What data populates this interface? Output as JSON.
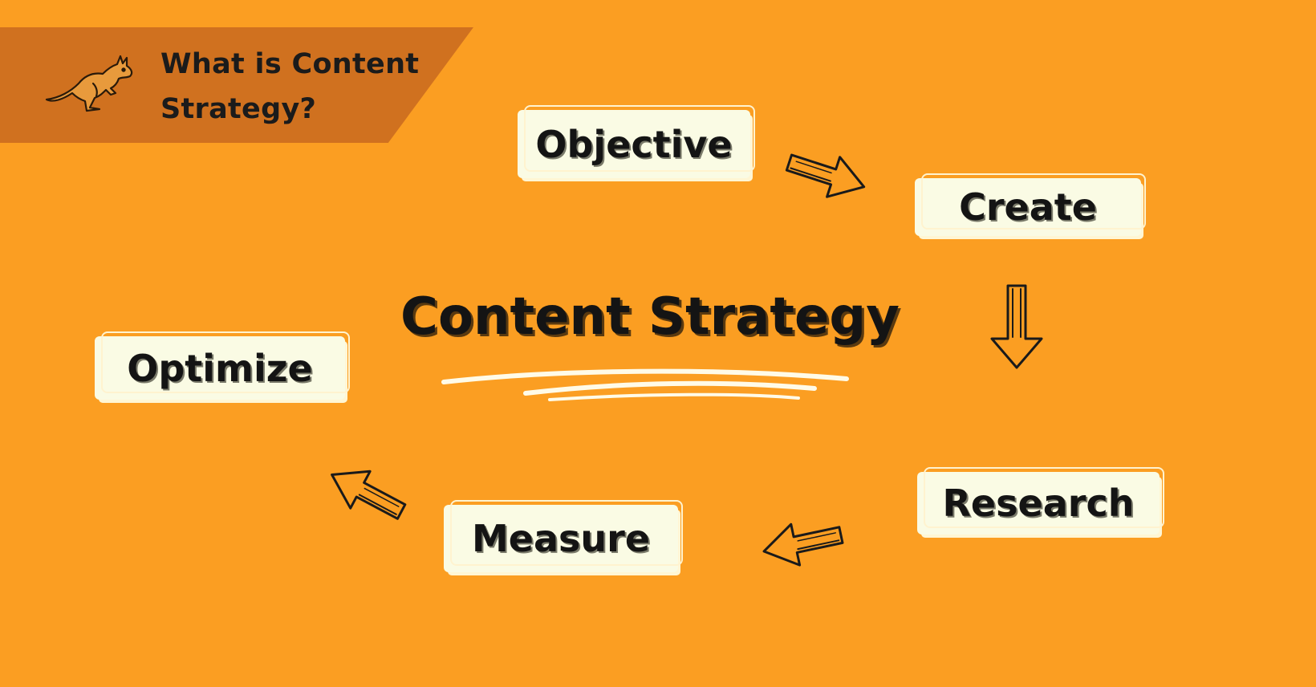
{
  "banner": {
    "title": "What is Content Strategy?",
    "logo_icon": "kangaroo-icon",
    "color": "#d0711f"
  },
  "diagram": {
    "background_color": "#fb9e22",
    "label_color": "#fafbe4",
    "center_title": "Content Strategy",
    "nodes": [
      {
        "id": "objective",
        "label": "Objective"
      },
      {
        "id": "create",
        "label": "Create"
      },
      {
        "id": "research",
        "label": "Research"
      },
      {
        "id": "measure",
        "label": "Measure"
      },
      {
        "id": "optimize",
        "label": "Optimize"
      }
    ],
    "edges": [
      {
        "from": "objective",
        "to": "create",
        "icon": "arrow-right-icon"
      },
      {
        "from": "create",
        "to": "research",
        "icon": "arrow-down-icon"
      },
      {
        "from": "research",
        "to": "measure",
        "icon": "arrow-left-icon"
      },
      {
        "from": "measure",
        "to": "optimize",
        "icon": "arrow-up-left-icon"
      }
    ]
  }
}
